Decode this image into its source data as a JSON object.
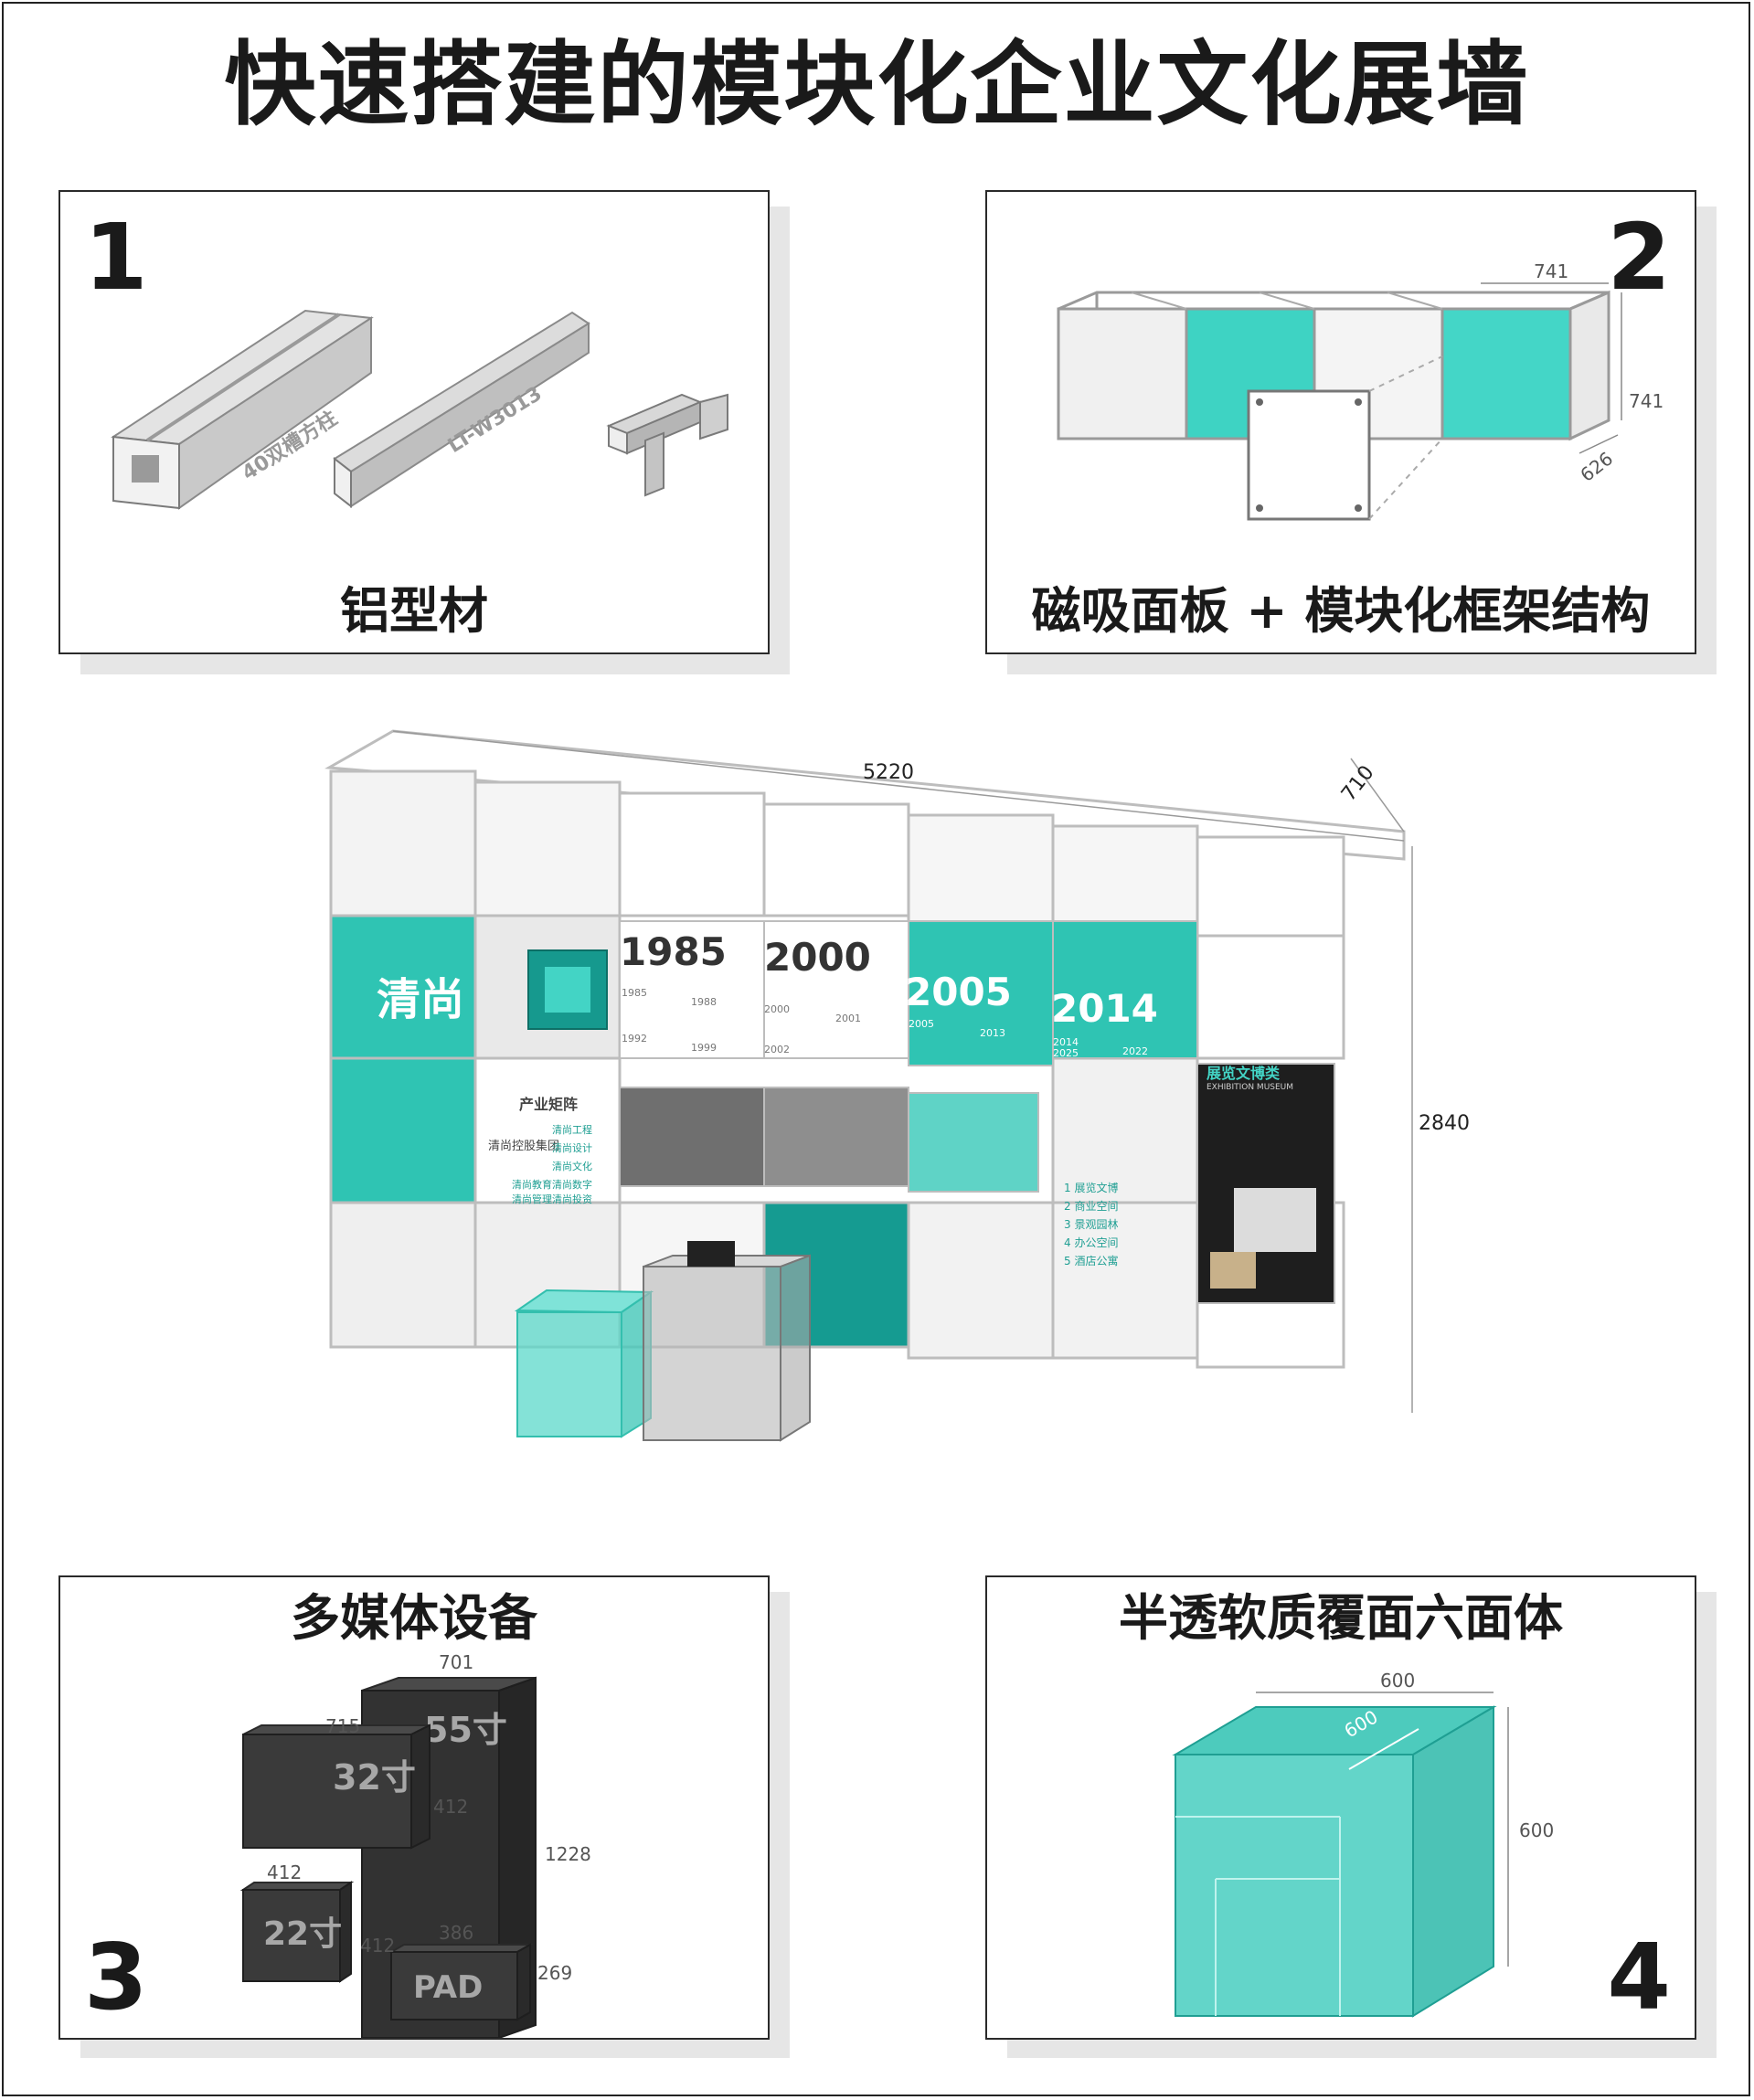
{
  "title": "快速搭建的模块化企业文化展墙",
  "panels": {
    "p1": {
      "number": "1",
      "caption": "铝型材",
      "labels": {
        "column": "40双槽方柱",
        "profile": "LT-W3013"
      }
    },
    "p2": {
      "number": "2",
      "caption": "磁吸面板 + 模块化框架结构",
      "dims": {
        "w": "741",
        "h": "741",
        "d": "626"
      }
    },
    "p3": {
      "number": "3",
      "caption": "多媒体设备",
      "screens": {
        "s55": "55寸",
        "s32": "32寸",
        "s22": "22寸",
        "pad": "PAD"
      },
      "dims": {
        "d701": "701",
        "d715": "715",
        "d412a": "412",
        "d1228": "1228",
        "d412b": "412",
        "d412c": "412",
        "d386": "386",
        "d269": "269"
      }
    },
    "p4": {
      "number": "4",
      "caption": "半透软质覆面六面体",
      "dims": {
        "w": "600",
        "d": "600",
        "h": "600"
      }
    }
  },
  "wall": {
    "dims": {
      "width": "5220",
      "depth": "710",
      "height": "2840"
    },
    "years": [
      "1985",
      "2000",
      "2005",
      "2014"
    ],
    "sub_years": [
      "1985",
      "1988",
      "1992",
      "1999",
      "2000",
      "2001",
      "2002",
      "2005",
      "2013",
      "2014",
      "2022",
      "2025"
    ],
    "brand": "清尚",
    "matrix_title": "产业矩阵",
    "matrix_group": "清尚控股集团",
    "matrix_items": [
      "清尚工程",
      "清尚设计",
      "清尚文化",
      "清尚教育",
      "清尚数字",
      "清尚管理",
      "清尚投资"
    ],
    "list_items": [
      "1 展览文博",
      "2 商业空间",
      "3 景观园林",
      "4 办公空间",
      "5 酒店公寓"
    ],
    "screen_title": "展览文博类",
    "screen_subtitle": "EXHIBITION MUSEUM"
  },
  "colors": {
    "teal": "#3ec9b8",
    "teal_dark": "#1b8f84",
    "black": "#1e1e1e",
    "frame": "#b9b9b9"
  }
}
